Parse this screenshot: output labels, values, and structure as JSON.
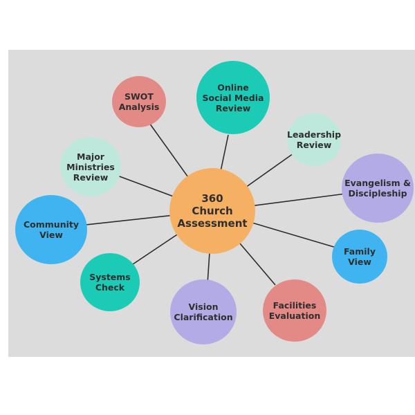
{
  "diagram": {
    "colors": {
      "orange": "#f5b064",
      "teal": "#1ccbb6",
      "salmon": "#e48a86",
      "mint": "#bfe8dc",
      "lavender": "#b2abe6",
      "blue": "#40b4f0",
      "line": "#2b2b2b",
      "background": "#dcdcdc"
    },
    "center": {
      "label": "360\nChurch\nAssessment",
      "color": "orange"
    },
    "nodes": [
      {
        "id": "social",
        "label": "Online\nSocial Media\nReview",
        "color": "teal"
      },
      {
        "id": "swot",
        "label": "SWOT\nAnalysis",
        "color": "salmon"
      },
      {
        "id": "leader",
        "label": "Leadership\nReview",
        "color": "mint"
      },
      {
        "id": "major",
        "label": "Major\nMinistries\nReview",
        "color": "mint"
      },
      {
        "id": "evang",
        "label": "Evangelism &\nDiscipleship",
        "color": "lavender"
      },
      {
        "id": "community",
        "label": "Community\nView",
        "color": "blue"
      },
      {
        "id": "family",
        "label": "Family\nView",
        "color": "blue"
      },
      {
        "id": "systems",
        "label": "Systems\nCheck",
        "color": "teal"
      },
      {
        "id": "vision",
        "label": "Vision\nClarification",
        "color": "lavender"
      },
      {
        "id": "facilities",
        "label": "Facilities\nEvaluation",
        "color": "salmon"
      }
    ]
  }
}
